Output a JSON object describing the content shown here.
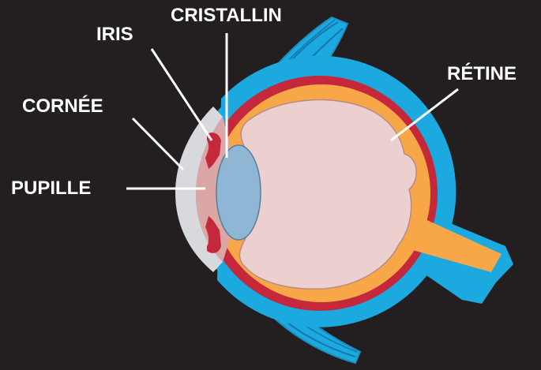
{
  "labels": {
    "cristallin": "CRISTALLIN",
    "iris": "IRIS",
    "cornee": "CORNÉE",
    "pupille": "PUPILLE",
    "retine": "RÉTINE"
  },
  "colors": {
    "background": "#231f20",
    "sclera_outer": "#1ba9e0",
    "choroid": "#c4283a",
    "retina": "#f7a748",
    "vitreous": "#ecd0d0",
    "lens": "#8fb6d4",
    "cornea": "#d7d9dc",
    "anterior_chamber": "#dba6a6",
    "iris": "#c4283a",
    "leader_lines": "#ffffff"
  }
}
